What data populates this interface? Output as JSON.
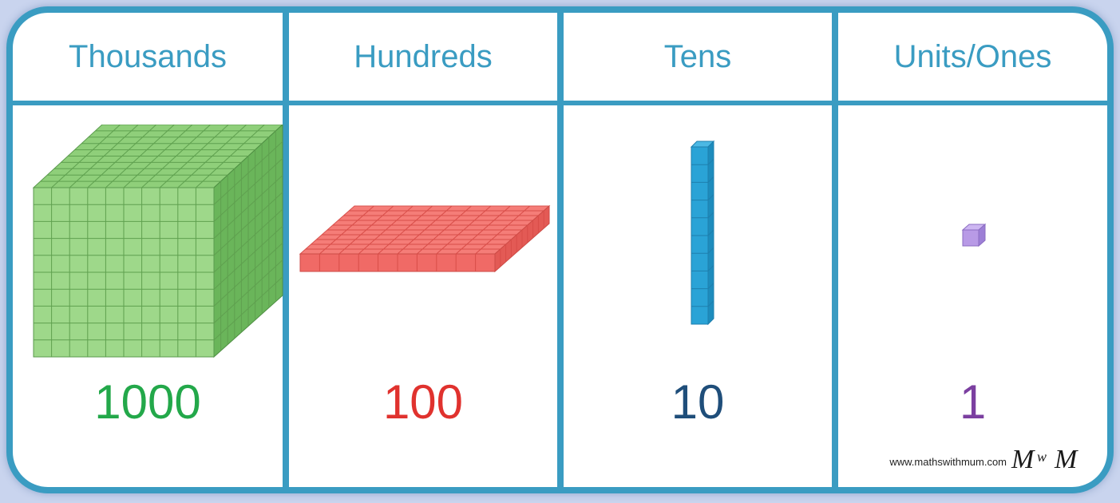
{
  "columns": [
    {
      "header": "Thousands",
      "value": "1000",
      "color": "#23a84a",
      "block": "thousand-cube"
    },
    {
      "header": "Hundreds",
      "value": "100",
      "color": "#e0322e",
      "block": "hundred-flat"
    },
    {
      "header": "Tens",
      "value": "10",
      "color": "#1f4e7a",
      "block": "ten-rod"
    },
    {
      "header": "Units/Ones",
      "value": "1",
      "color": "#7b3fa0",
      "block": "unit-cube"
    }
  ],
  "footer": {
    "url": "www.mathswithmum.com",
    "logo_text": "MwM"
  },
  "colors": {
    "border": "#3a9cc2",
    "green": "#8fcf7a",
    "red": "#f06a66",
    "blue": "#2aa3d6",
    "purple": "#b89ae6"
  }
}
